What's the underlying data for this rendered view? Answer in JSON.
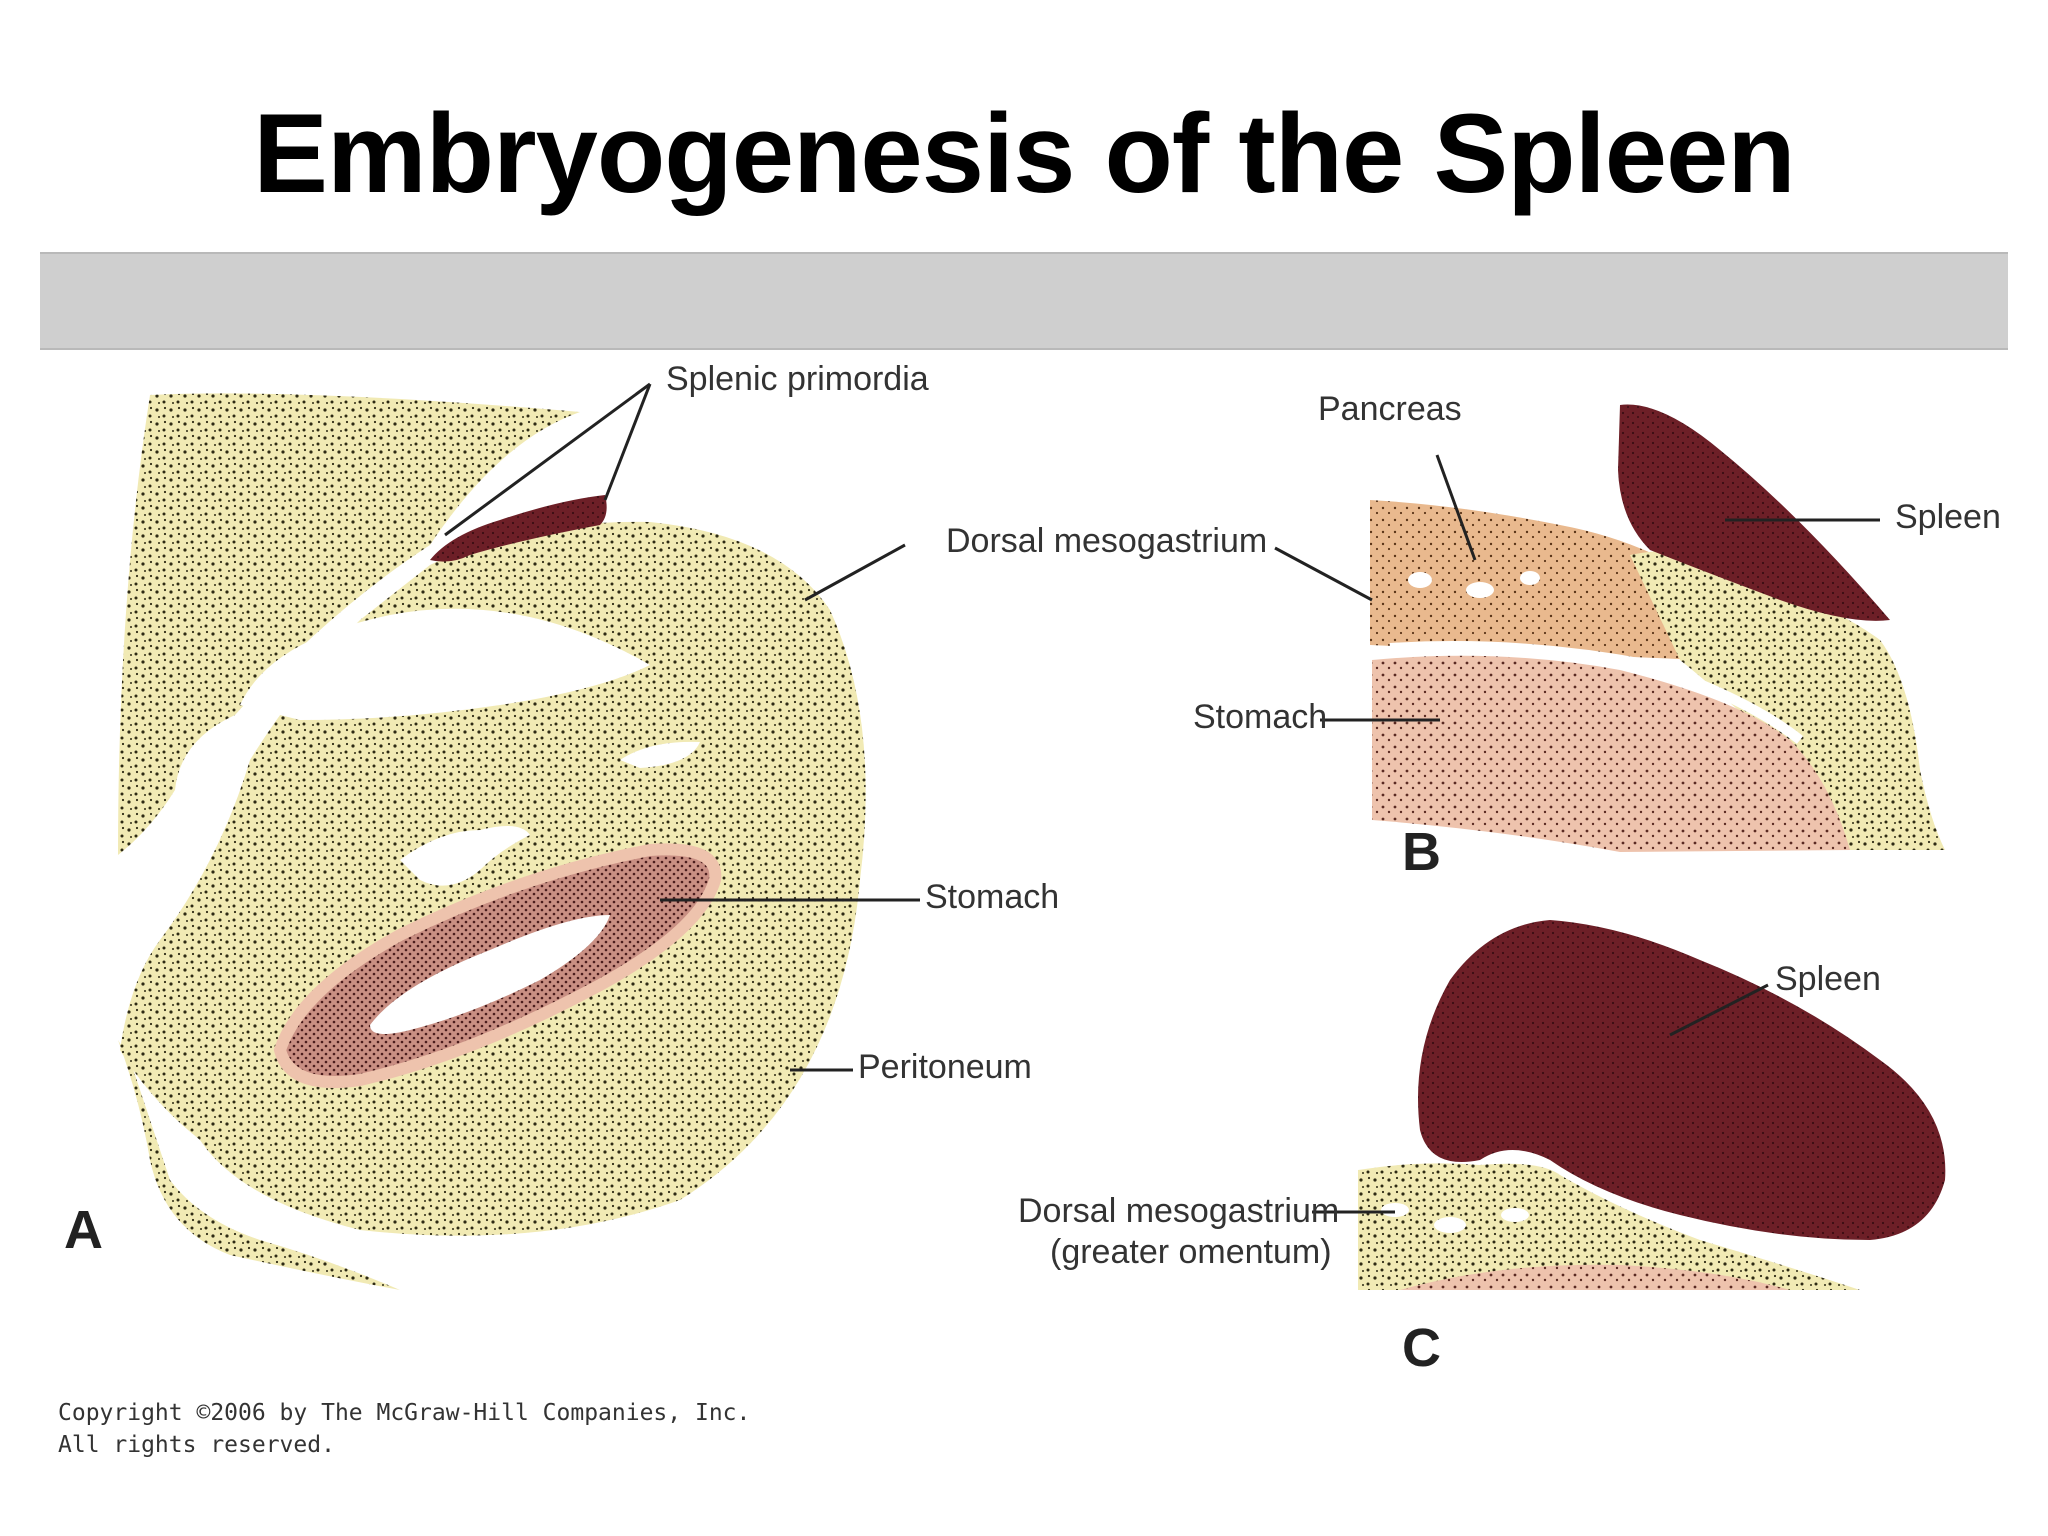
{
  "title": "Embryogenesis of the Spleen",
  "panel_a": {
    "letter": "A",
    "labels": {
      "splenic_primordia": "Splenic primordia",
      "dorsal_mesogastrium": "Dorsal mesogastrium",
      "stomach": "Stomach",
      "peritoneum": "Peritoneum"
    }
  },
  "panel_b": {
    "letter": "B",
    "labels": {
      "pancreas": "Pancreas",
      "spleen": "Spleen",
      "stomach": "Stomach"
    }
  },
  "panel_c": {
    "letter": "C",
    "labels": {
      "spleen": "Spleen",
      "dorsal_mesogastrium_line1": "Dorsal mesogastrium",
      "dorsal_mesogastrium_line2": "(greater omentum)"
    }
  },
  "copyright": {
    "line1": "Copyright ©2006 by The McGraw-Hill Companies, Inc.",
    "line2": "All rights reserved."
  },
  "colors": {
    "tissue_yellow": "#f1eab4",
    "spleen_maroon": "#6d1f27",
    "stomach_pink": "#eec3ad",
    "pancreas_orange": "#e9b98e",
    "band_gray": "#cfcfcf"
  }
}
